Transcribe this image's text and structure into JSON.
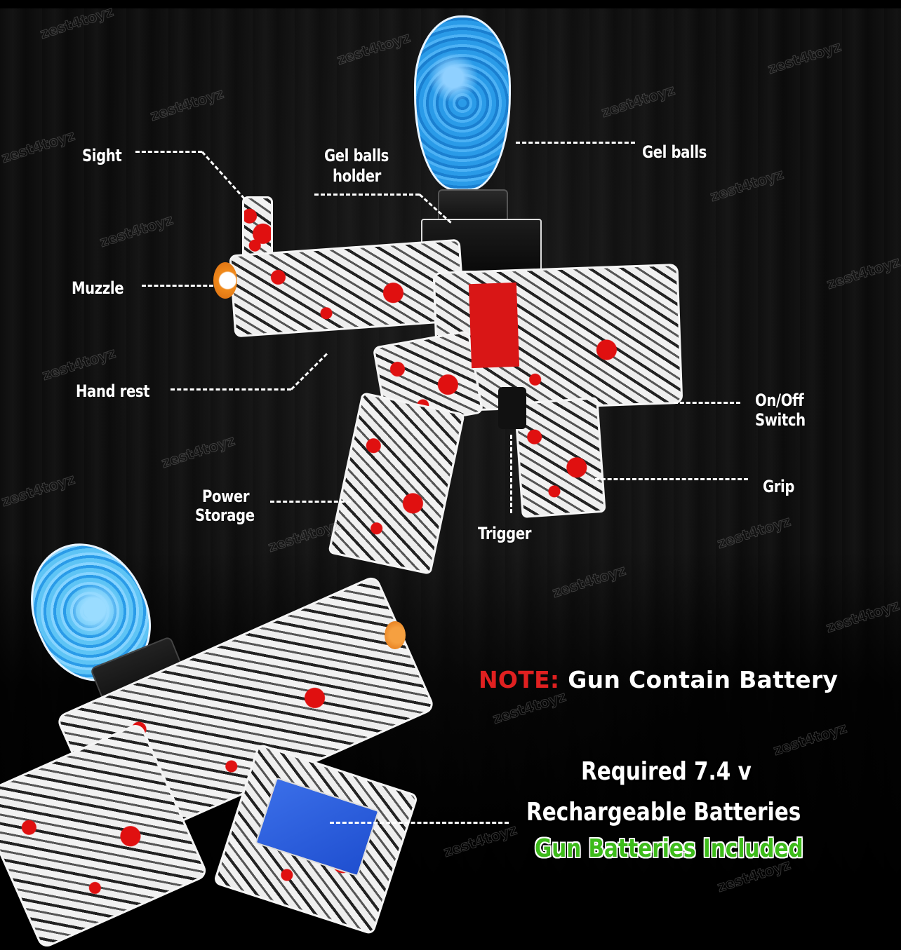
{
  "image": {
    "description": "Product image of a graffiti-patterned gel ball blaster with labeled parts",
    "watermark": "zest4toyz",
    "colors": {
      "background": "#111111",
      "label_text": "#ffffff",
      "note_red": "#e02020",
      "included_green": "#3dbb1a",
      "gel_blue": "#2a9be8",
      "muzzle_orange": "#f08a1c"
    }
  },
  "labels": {
    "sight": "Sight",
    "gel_balls_holder_line1": "Gel balls",
    "gel_balls_holder_line2": "holder",
    "gel_balls": "Gel balls",
    "muzzle": "Muzzle",
    "hand_rest": "Hand rest",
    "on_off_line1": "On/Off",
    "on_off_line2": "Switch",
    "grip": "Grip",
    "power_storage_line1": "Power",
    "power_storage_line2": "Storage",
    "trigger": "Trigger"
  },
  "note": {
    "prefix": "NOTE:",
    "text": " Gun Contain Battery"
  },
  "battery_info": {
    "line1": "Required 7.4 v",
    "line2": "Rechargeable Batteries",
    "line3": "Gun Batteries Included"
  }
}
